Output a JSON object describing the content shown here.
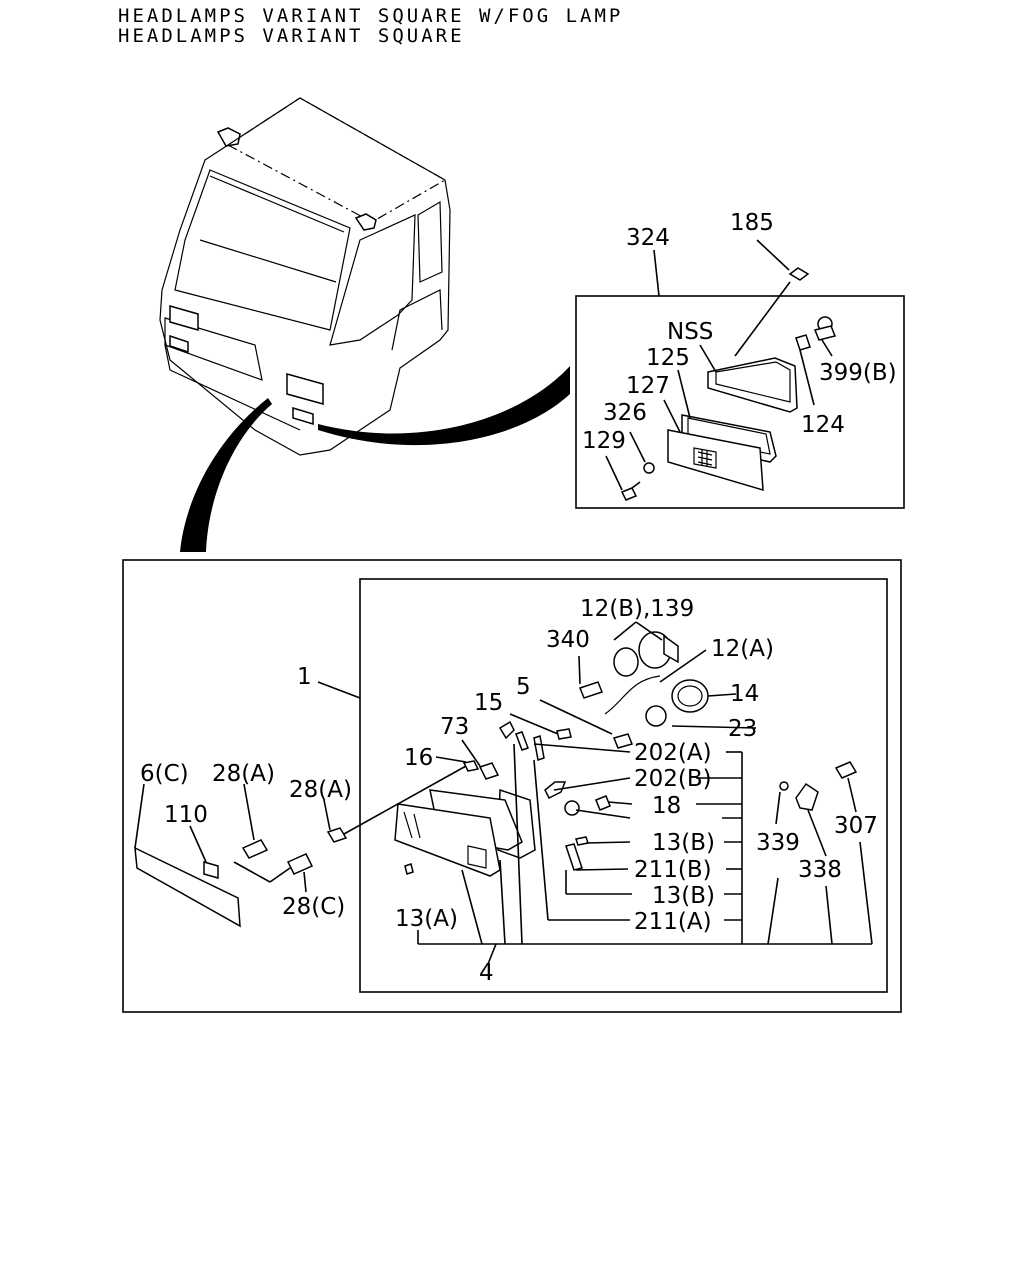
{
  "title": {
    "line1": "HEADLAMPS VARIANT SQUARE W/FOG LAMP",
    "line2": "HEADLAMPS VARIANT SQUARE"
  },
  "callouts": {
    "p324": "324",
    "p185": "185",
    "nss": "NSS",
    "p399b": "399(B)",
    "p125": "125",
    "p127": "127",
    "p326": "326",
    "p129": "129",
    "p124": "124",
    "p12b_139": "12(B),139",
    "p340": "340",
    "p12a": "12(A)",
    "p1": "1",
    "p5": "5",
    "p14": "14",
    "p15": "15",
    "p23": "23",
    "p73": "73",
    "p202a": "202(A)",
    "p16": "16",
    "p202b": "202(B)",
    "p6c": "6(C)",
    "p28a_left": "28(A)",
    "p28a_mid": "28(A)",
    "p18": "18",
    "p110": "110",
    "p339": "339",
    "p307": "307",
    "p13b_upper": "13(B)",
    "p211b": "211(B)",
    "p338": "338",
    "p28c": "28(C)",
    "p13b_lower": "13(B)",
    "p13a": "13(A)",
    "p211a": "211(A)",
    "p4": "4"
  }
}
